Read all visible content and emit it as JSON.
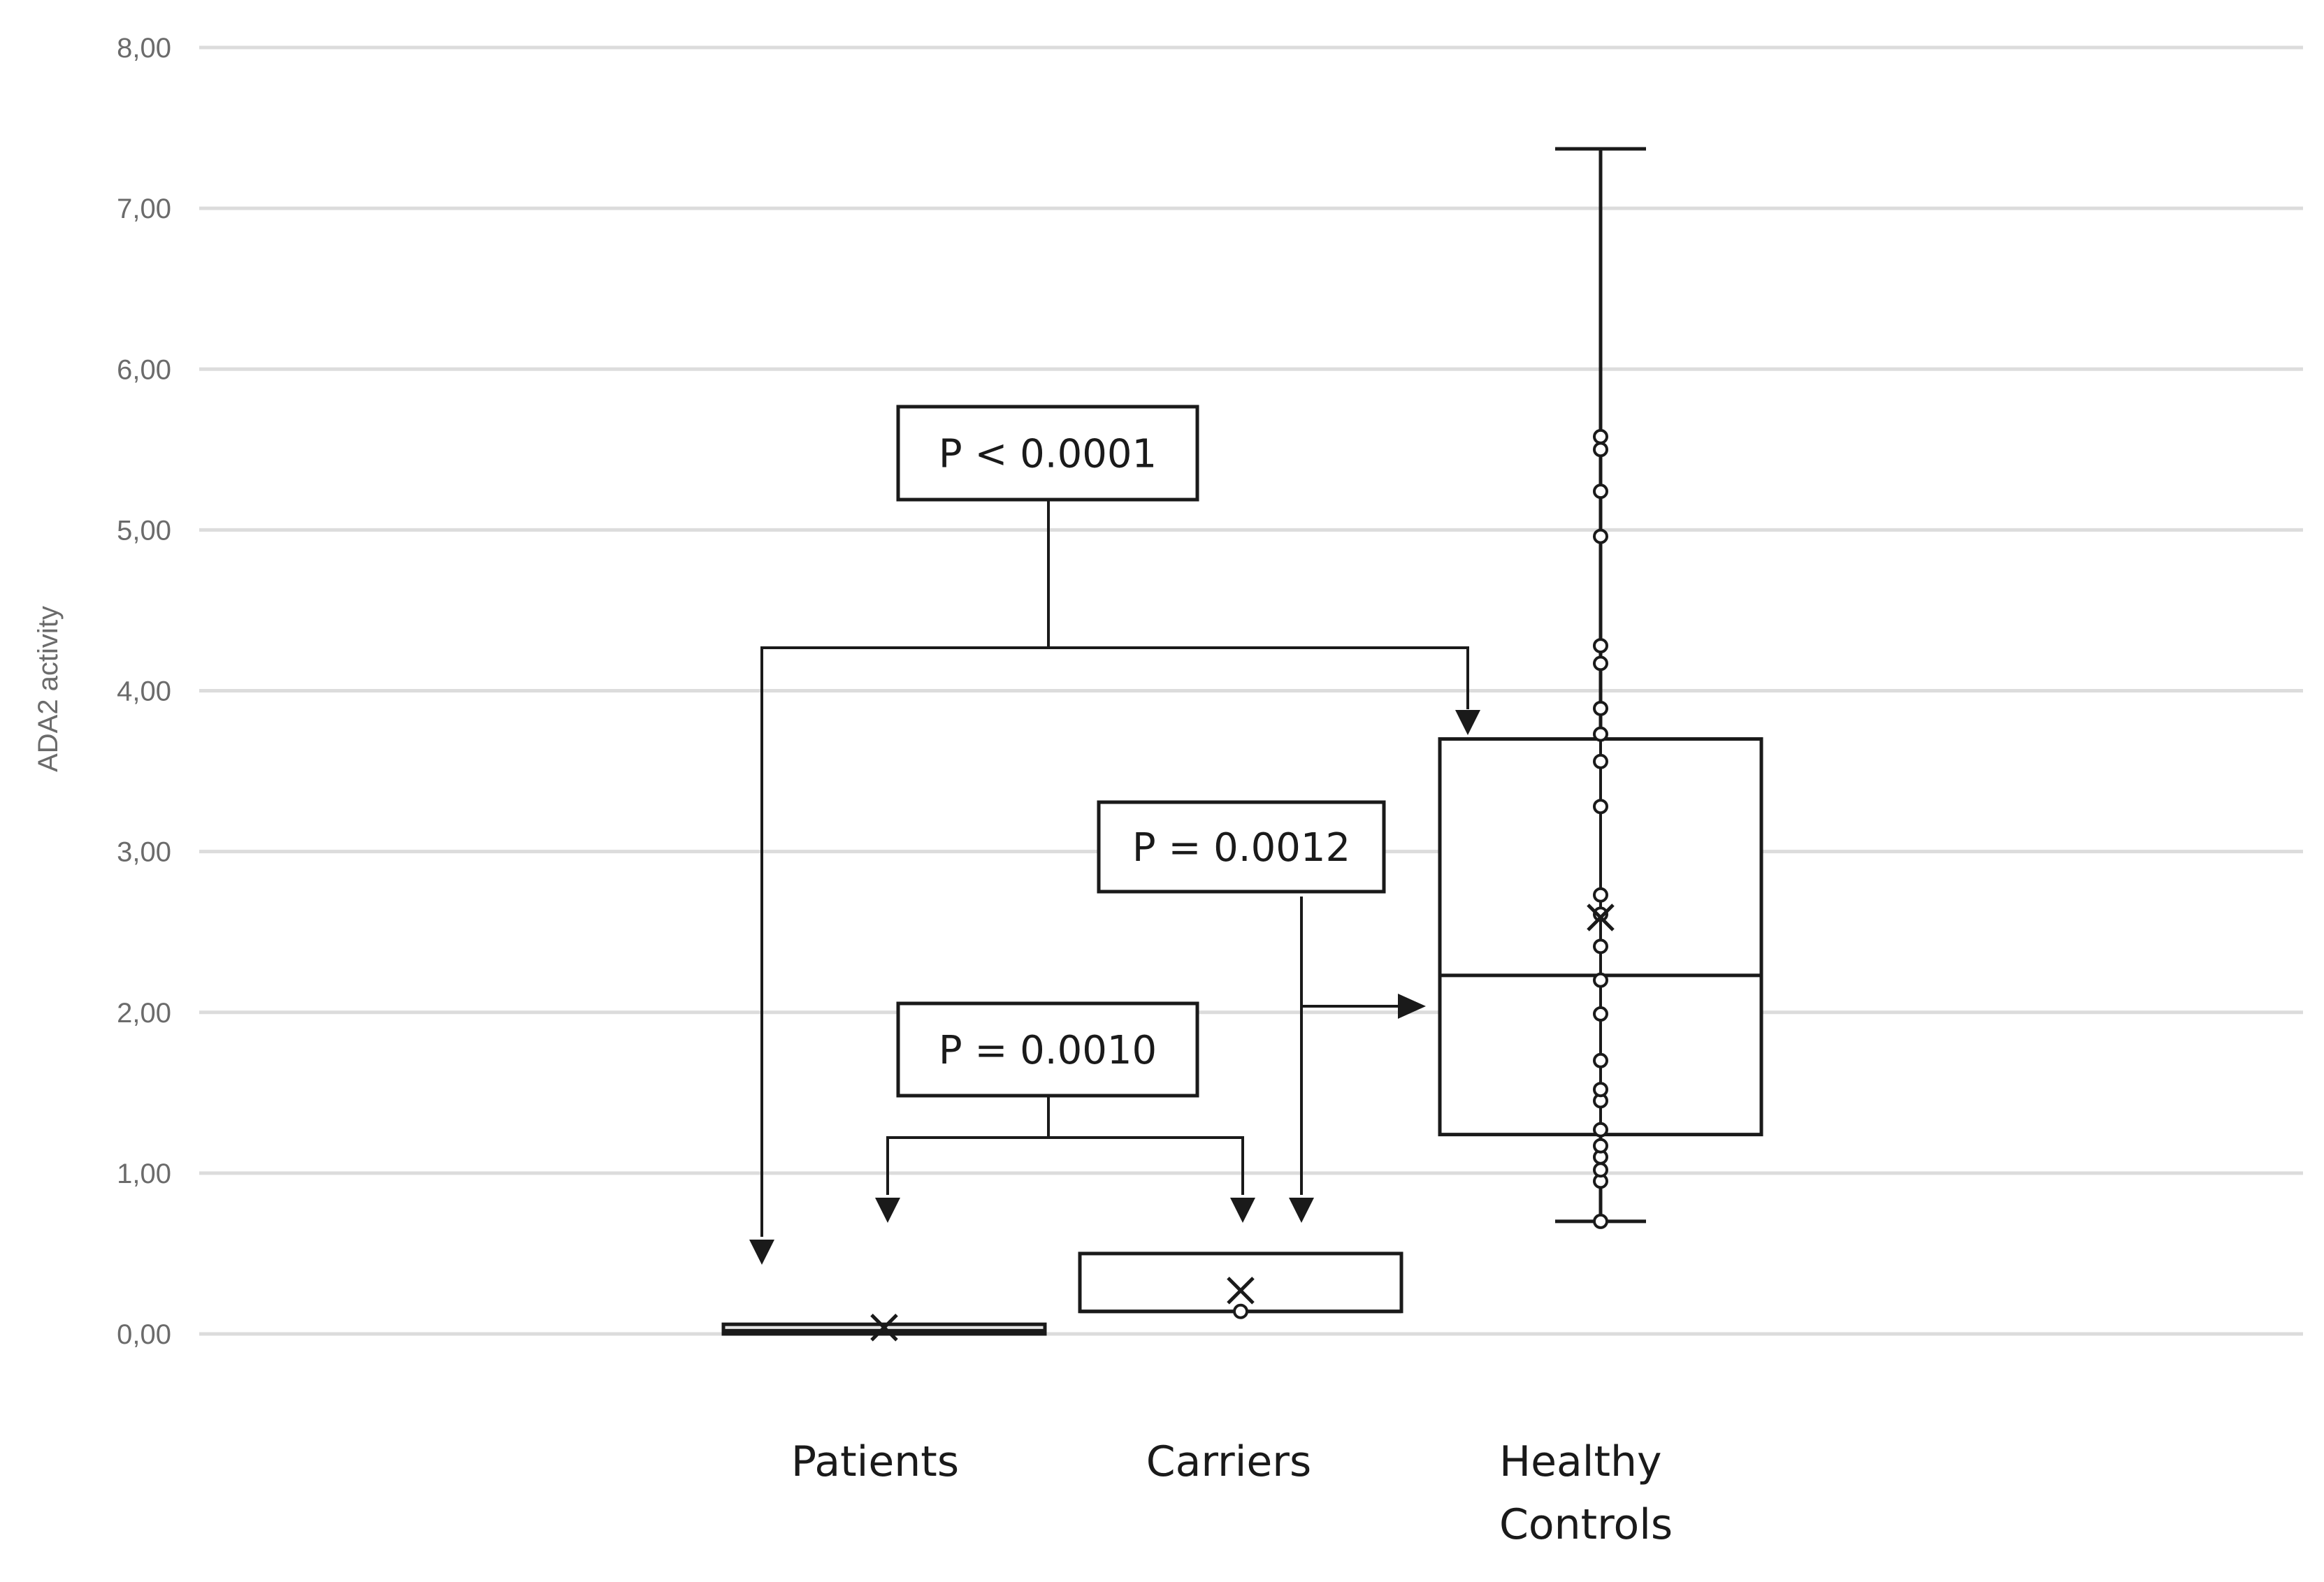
{
  "chart_data": {
    "type": "box",
    "ylabel": "ADA2 activity",
    "xlabel": "",
    "ylim": [
      0,
      8
    ],
    "yticks": [
      "0,00",
      "1,00",
      "2,00",
      "3,00",
      "4,00",
      "5,00",
      "6,00",
      "7,00",
      "8,00"
    ],
    "grid": true,
    "categories": [
      {
        "lines": [
          "Patients"
        ]
      },
      {
        "lines": [
          "Carriers"
        ]
      },
      {
        "lines": [
          "Healthy",
          "Controls"
        ]
      }
    ],
    "boxes": [
      {
        "q1": 0.0,
        "median": 0.02,
        "q3": 0.06,
        "mean": 0.04,
        "whisker_low": null,
        "whisker_high": null,
        "points": []
      },
      {
        "q1": 0.14,
        "median": 0.14,
        "q3": 0.5,
        "mean": 0.27,
        "whisker_low": null,
        "whisker_high": null,
        "points": [
          0.14
        ]
      },
      {
        "q1": 1.24,
        "median": 2.23,
        "q3": 3.7,
        "mean": 2.59,
        "whisker_low": 0.7,
        "whisker_high": 7.37,
        "points": [
          0.7,
          0.95,
          1.02,
          1.1,
          1.17,
          1.27,
          1.45,
          1.52,
          1.7,
          1.99,
          2.2,
          2.41,
          2.61,
          2.73,
          3.28,
          3.56,
          3.73,
          3.89,
          4.17,
          4.28,
          4.96,
          5.24,
          5.5,
          5.58
        ]
      }
    ],
    "comparisons": [
      {
        "label": "P < 0.0001",
        "from": 0,
        "to": 2
      },
      {
        "label": "P = 0.0012",
        "from": 1,
        "to": 2
      },
      {
        "label": "P = 0.0010",
        "from": 0,
        "to": 1
      }
    ]
  }
}
